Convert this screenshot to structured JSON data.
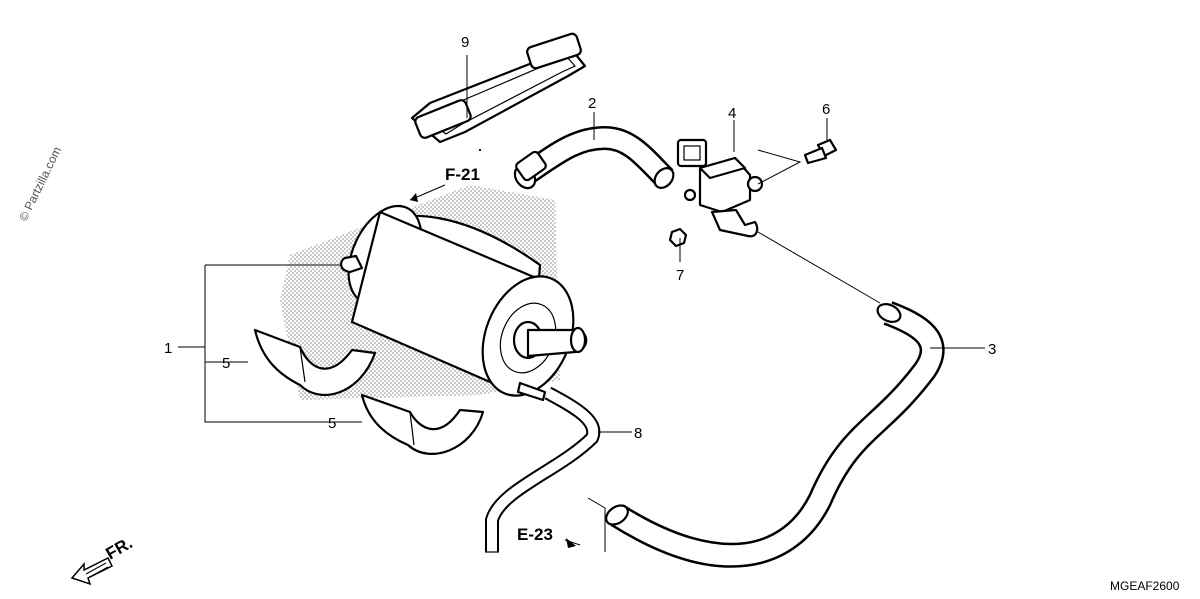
{
  "diagram": {
    "watermark": "© Partzilla.com",
    "diagram_code": "MGEAF2600",
    "front_indicator": "FR.",
    "references": {
      "f21": "F-21",
      "e23": "E-23"
    },
    "callouts": {
      "c1": "1",
      "c2": "2",
      "c3": "3",
      "c4": "4",
      "c5a": "5",
      "c5b": "5",
      "c6": "6",
      "c7": "7",
      "c8": "8",
      "c9": "9"
    },
    "colors": {
      "line": "#000000",
      "background": "#ffffff",
      "shading": "#9a9a9a"
    }
  }
}
